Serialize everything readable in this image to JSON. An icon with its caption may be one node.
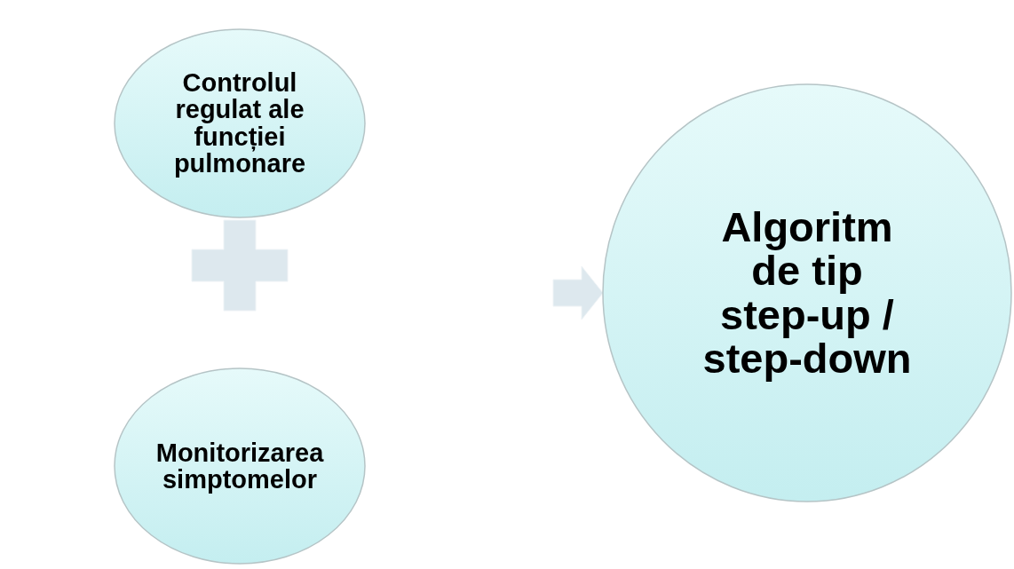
{
  "diagram": {
    "nodes": [
      {
        "text": [
          "Controlul regulat ale funcției pulmonare"
        ]
      },
      {
        "text": [
          "Monitorizarea simptomelor"
        ]
      },
      {
        "text": [
          "Algoritm de tip step-up / step-down"
        ]
      }
    ],
    "edges": [
      {
        "from": null,
        "to": 2,
        "arrow": "to"
      }
    ]
  }
}
